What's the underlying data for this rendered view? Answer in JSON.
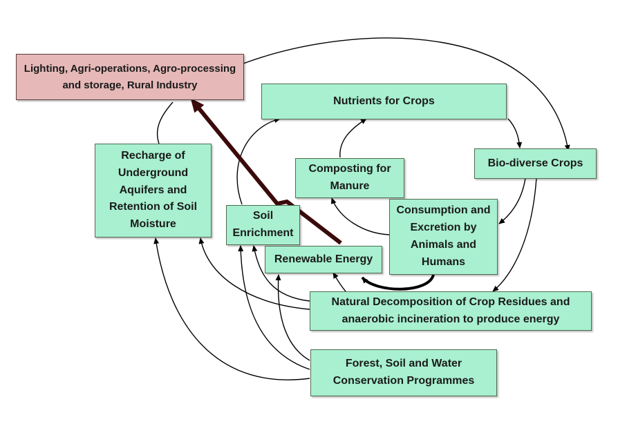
{
  "diagram": {
    "nodes": {
      "lighting": "Lighting, Agri-operations, Agro-processing\nand storage, Rural Industry",
      "nutrients": "Nutrients for Crops",
      "biodiverse": "Bio-diverse Crops",
      "recharge": "Recharge of\nUnderground\nAquifers and\nRetention of Soil\nMoisture",
      "composting": "Composting for\nManure",
      "consumption": "Consumption and\nExcretion by\nAnimals and\nHumans",
      "soil": "Soil\nEnrichment",
      "renewable": "Renewable Energy",
      "decomposition": "Natural Decomposition of Crop Residues and\nanaerobic incineration to produce energy",
      "forest": "Forest, Soil and Water\nConservation Programmes"
    },
    "colors": {
      "node_fill": "#a8f0d0",
      "highlight_fill": "#e6b8b8",
      "arrow": "#000000",
      "energy_arrow": "#3b0a0a"
    }
  }
}
